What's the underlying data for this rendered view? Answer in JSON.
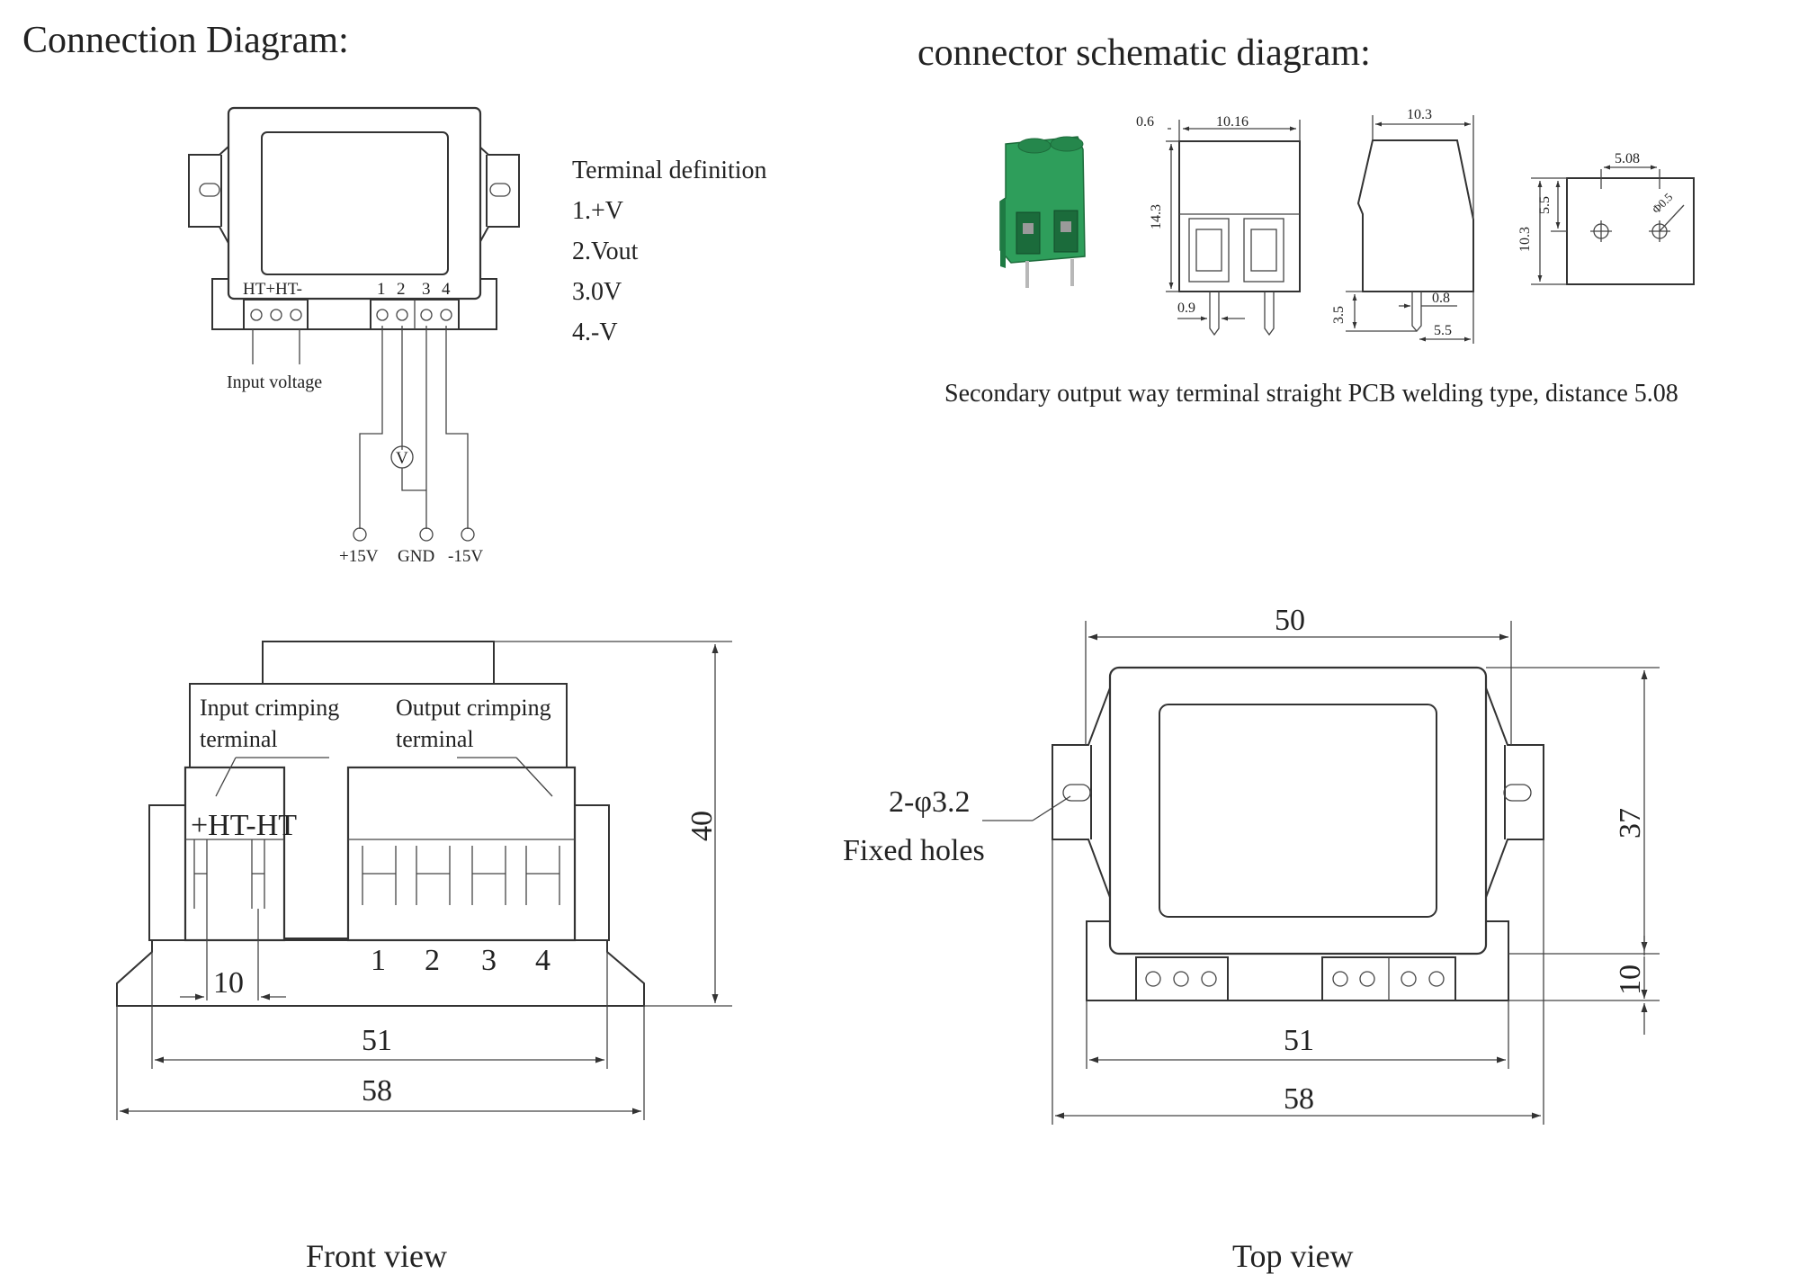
{
  "titles": {
    "connection": "Connection Diagram:",
    "connector": "connector schematic diagram:"
  },
  "terminal_definition": {
    "heading": "Terminal definition",
    "items": [
      "1.+V",
      "2.Vout",
      "3.0V",
      "4.-V"
    ]
  },
  "connection_diagram": {
    "input_terminal_label": "HT+HT-",
    "output_pin_labels": [
      "1",
      "2",
      "3",
      "4"
    ],
    "input_voltage_label": "Input voltage",
    "meter_label": "V",
    "supply_labels": [
      "+15V",
      "GND",
      "-15V"
    ]
  },
  "connector": {
    "dims": {
      "pitch_offset": "0.6",
      "width": "10.16",
      "height": "14.3",
      "pin_width": "0.9",
      "side_width": "10.3",
      "pin_len": "3.5",
      "pin_thick": "0.8",
      "pin_offset": "5.5",
      "spacing": "5.08",
      "bottom_height": "10.3",
      "bottom_half": "5.5",
      "hole": "Φ0.5"
    },
    "caption": "Secondary output way terminal straight PCB welding type, distance 5.08",
    "photo_color": "#2e9e5b"
  },
  "front_view": {
    "input_label_line1": "Input crimping",
    "input_label_line2": "terminal",
    "output_label_line1": "Output crimping",
    "output_label_line2": "terminal",
    "input_terminal_label": "+HT-HT",
    "pin_labels": [
      "1",
      "2",
      "3",
      "4"
    ],
    "dim_terminal": "10",
    "dim_base": "51",
    "dim_total": "58",
    "dim_height": "40",
    "caption": "Front view"
  },
  "top_view": {
    "dim_width": "50",
    "dim_height": "37",
    "dim_terminal": "10",
    "dim_base": "51",
    "dim_total": "58",
    "holes_label_line1": "2-φ3.2",
    "holes_label_line2": "Fixed holes",
    "caption": "Top view"
  }
}
